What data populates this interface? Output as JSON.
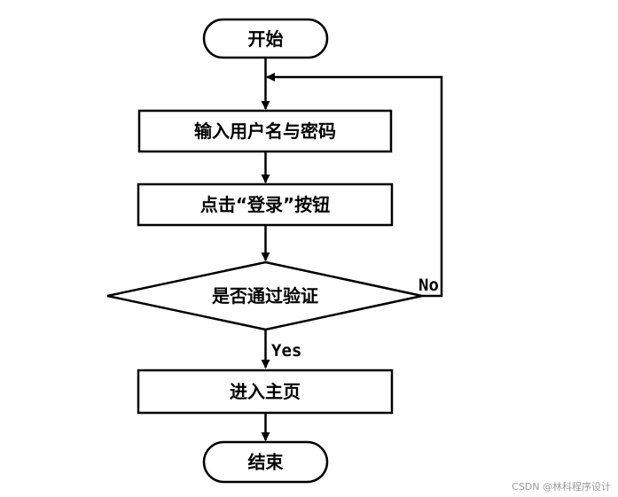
{
  "nodes": {
    "start": "开始",
    "input": "输入用户名与密码",
    "click_login": "点击“登录”按钮",
    "decision": "是否通过验证",
    "enter_home": "进入主页",
    "end": "结束"
  },
  "edges": {
    "yes_label": "Yes",
    "no_label": "No"
  },
  "watermark": "CSDN @林科程序设计",
  "colors": {
    "stroke": "#000000",
    "fill": "#ffffff",
    "watermark": "#9a9a9a"
  }
}
